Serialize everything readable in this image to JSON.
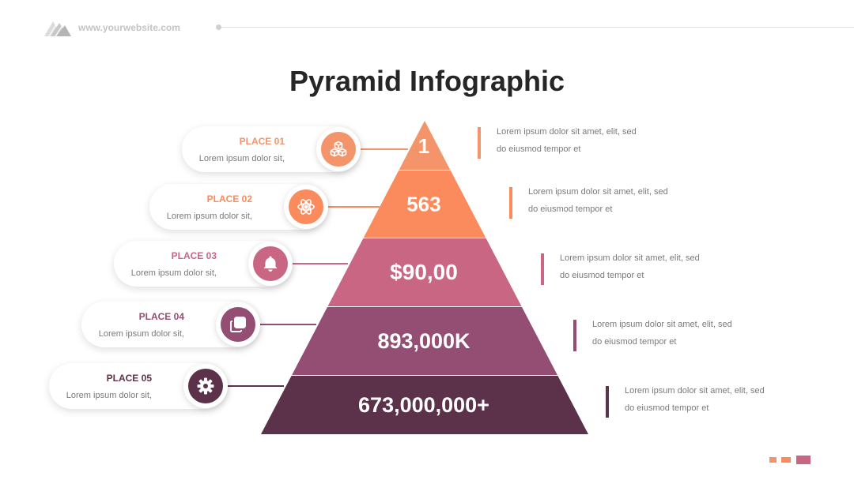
{
  "header": {
    "url": "www.yourwebsite.com"
  },
  "title": "Pyramid Infographic",
  "places": [
    {
      "label": "PLACE 01",
      "desc": "Lorem ipsum dolor sit,",
      "value": "1",
      "icon": "cubes-icon",
      "color": "#f4946a",
      "right_line1": "Lorem ipsum dolor sit amet, elit, sed",
      "right_line2": "do eiusmod tempor et"
    },
    {
      "label": "PLACE 02",
      "desc": "Lorem ipsum dolor sit,",
      "value": "563",
      "icon": "atom-icon",
      "color": "#fb8b5c",
      "right_line1": "Lorem ipsum dolor sit amet, elit, sed",
      "right_line2": "do eiusmod tempor et"
    },
    {
      "label": "PLACE 03",
      "desc": "Lorem ipsum dolor sit,",
      "value": "$90,00",
      "icon": "bell-icon",
      "color": "#c96683",
      "right_line1": "Lorem ipsum dolor sit amet, elit, sed",
      "right_line2": "do eiusmod tempor et"
    },
    {
      "label": "PLACE 04",
      "desc": "Lorem ipsum dolor sit,",
      "value": "893,000K",
      "icon": "copy-icon",
      "color": "#944e73",
      "right_line1": "Lorem ipsum dolor sit amet, elit, sed",
      "right_line2": "do eiusmod tempor et"
    },
    {
      "label": "PLACE 05",
      "desc": "Lorem ipsum dolor sit,",
      "value": "673,000,000+",
      "icon": "gear-icon",
      "color": "#5b3249",
      "right_line1": "Lorem ipsum dolor sit amet, elit, sed",
      "right_line2": "do eiusmod tempor et"
    }
  ],
  "footer_colors": [
    "#f4946a",
    "#fb8b5c",
    "#c96683"
  ]
}
